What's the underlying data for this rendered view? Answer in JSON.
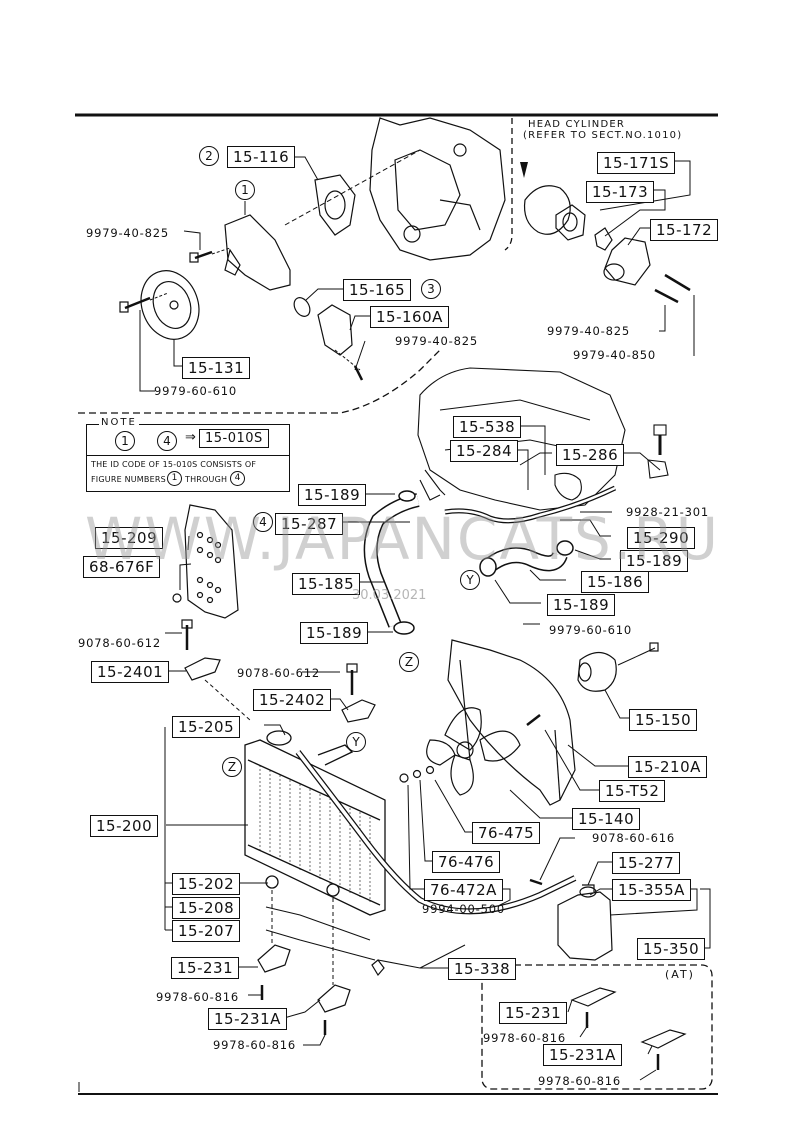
{
  "diagram": {
    "header_note": {
      "line1": "HEAD CYLINDER",
      "line2": "(REFER TO SECT.NO.1010)"
    },
    "note_box": {
      "title": "NOTE",
      "range_start": "1",
      "range_end": "4",
      "arrow": "⇒",
      "kit_code": "15-010S",
      "line1": "THE ID CODE OF 15-010S CONSISTS OF",
      "line2": "FIGURE NUMBERS",
      "line2_from": "1",
      "line2_through": "THROUGH",
      "line2_to": "4"
    },
    "figure_numbers": {
      "f1": "1",
      "f2": "2",
      "f3": "3",
      "f4": "4"
    },
    "refs": {
      "y1": "Y",
      "y2": "Y",
      "z1": "Z",
      "z2": "Z"
    },
    "at_label": "(AT)",
    "part_labels": {
      "p15_116": "15-116",
      "p15_131": "15-131",
      "p15_165": "15-165",
      "p15_160A": "15-160A",
      "p15_171S": "15-171S",
      "p15_173": "15-173",
      "p15_172": "15-172",
      "p15_538": "15-538",
      "p15_284": "15-284",
      "p15_286": "15-286",
      "p15_189a": "15-189",
      "p15_287": "15-287",
      "p15_290": "15-290",
      "p15_189b": "15-189",
      "p15_186": "15-186",
      "p15_189c": "15-189",
      "p15_185": "15-185",
      "p15_189d": "15-189",
      "p15_209": "15-209",
      "p68_676F": "68-676F",
      "p15_2401": "15-2401",
      "p15_2402": "15-2402",
      "p15_205": "15-205",
      "p15_200": "15-200",
      "p15_202": "15-202",
      "p15_208": "15-208",
      "p15_207": "15-207",
      "p15_231": "15-231",
      "p15_231A": "15-231A",
      "p15_150": "15-150",
      "p15_210A": "15-210A",
      "p15_T52": "15-T52",
      "p15_140": "15-140",
      "p76_475": "76-475",
      "p76_476": "76-476",
      "p76_472A": "76-472A",
      "p15_277": "15-277",
      "p15_355A": "15-355A",
      "p15_350": "15-350",
      "p15_338": "15-338",
      "p15_231_at": "15-231",
      "p15_231A_at": "15-231A"
    },
    "bolt_labels": {
      "b1": "9979-40-825",
      "b2": "9979-60-610",
      "b3": "9979-40-825",
      "b4": "9979-40-825",
      "b5": "9979-40-850",
      "b6": "9928-21-301",
      "b7": "9979-60-610",
      "b8": "9078-60-612",
      "b9": "9078-60-612",
      "b10": "9078-60-616",
      "b11": "9994-00-500",
      "b12": "9978-60-816",
      "b13": "9978-60-816",
      "b14": "9978-60-816",
      "b15": "9978-60-816"
    },
    "watermark": {
      "site": "WWW.JAPANCATS.RU",
      "date": "30.03.2021"
    }
  }
}
